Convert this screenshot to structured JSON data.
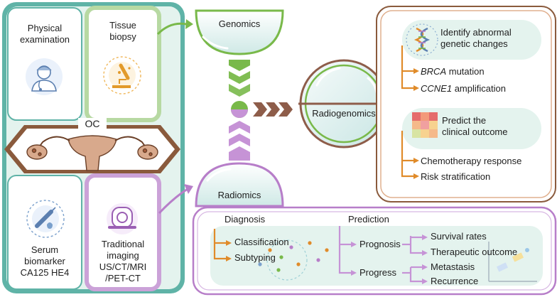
{
  "left_panel": {
    "physical": [
      "Physical",
      "examination"
    ],
    "tissue": [
      "Tissue",
      "biopsy"
    ],
    "oc_label": "OC",
    "serum": [
      "Serum",
      "biomarker",
      "CA125 HE4"
    ],
    "imaging": [
      "Traditional",
      "imaging",
      "US/CT/MRI",
      "/PET-CT"
    ]
  },
  "center": {
    "genomics": "Genomics",
    "radiomics": "Radiomics",
    "radiogenomics": "Radiogenomics"
  },
  "right_panel": {
    "genetic_title": [
      "Identify abnormal",
      "genetic changes"
    ],
    "brca_italic": "BRCA",
    "brca_rest": " mutation",
    "ccne1_italic": "CCNE1",
    "ccne1_rest": " amplification",
    "outcome_title": [
      "Predict the",
      "clinical outcome"
    ],
    "chemo": "Chemotherapy response",
    "risk": "Risk stratification"
  },
  "bottom_panel": {
    "diagnosis": "Diagnosis",
    "classification": "Classification",
    "subtyping": "Subtyping",
    "prediction": "Prediction",
    "prognosis": "Prognosis",
    "progress": "Progress",
    "survival": "Survival rates",
    "therapeutic": "Therapeutic outcome",
    "metastasis": "Metastasis",
    "recurrence": "Recurrence"
  },
  "colors": {
    "teal": "#5fb3a7",
    "green": "#79b94a",
    "purple": "#b77ec9",
    "brown": "#8a5a3c",
    "orange": "#e08b2a",
    "pale_teal": "#e4f3ee"
  }
}
